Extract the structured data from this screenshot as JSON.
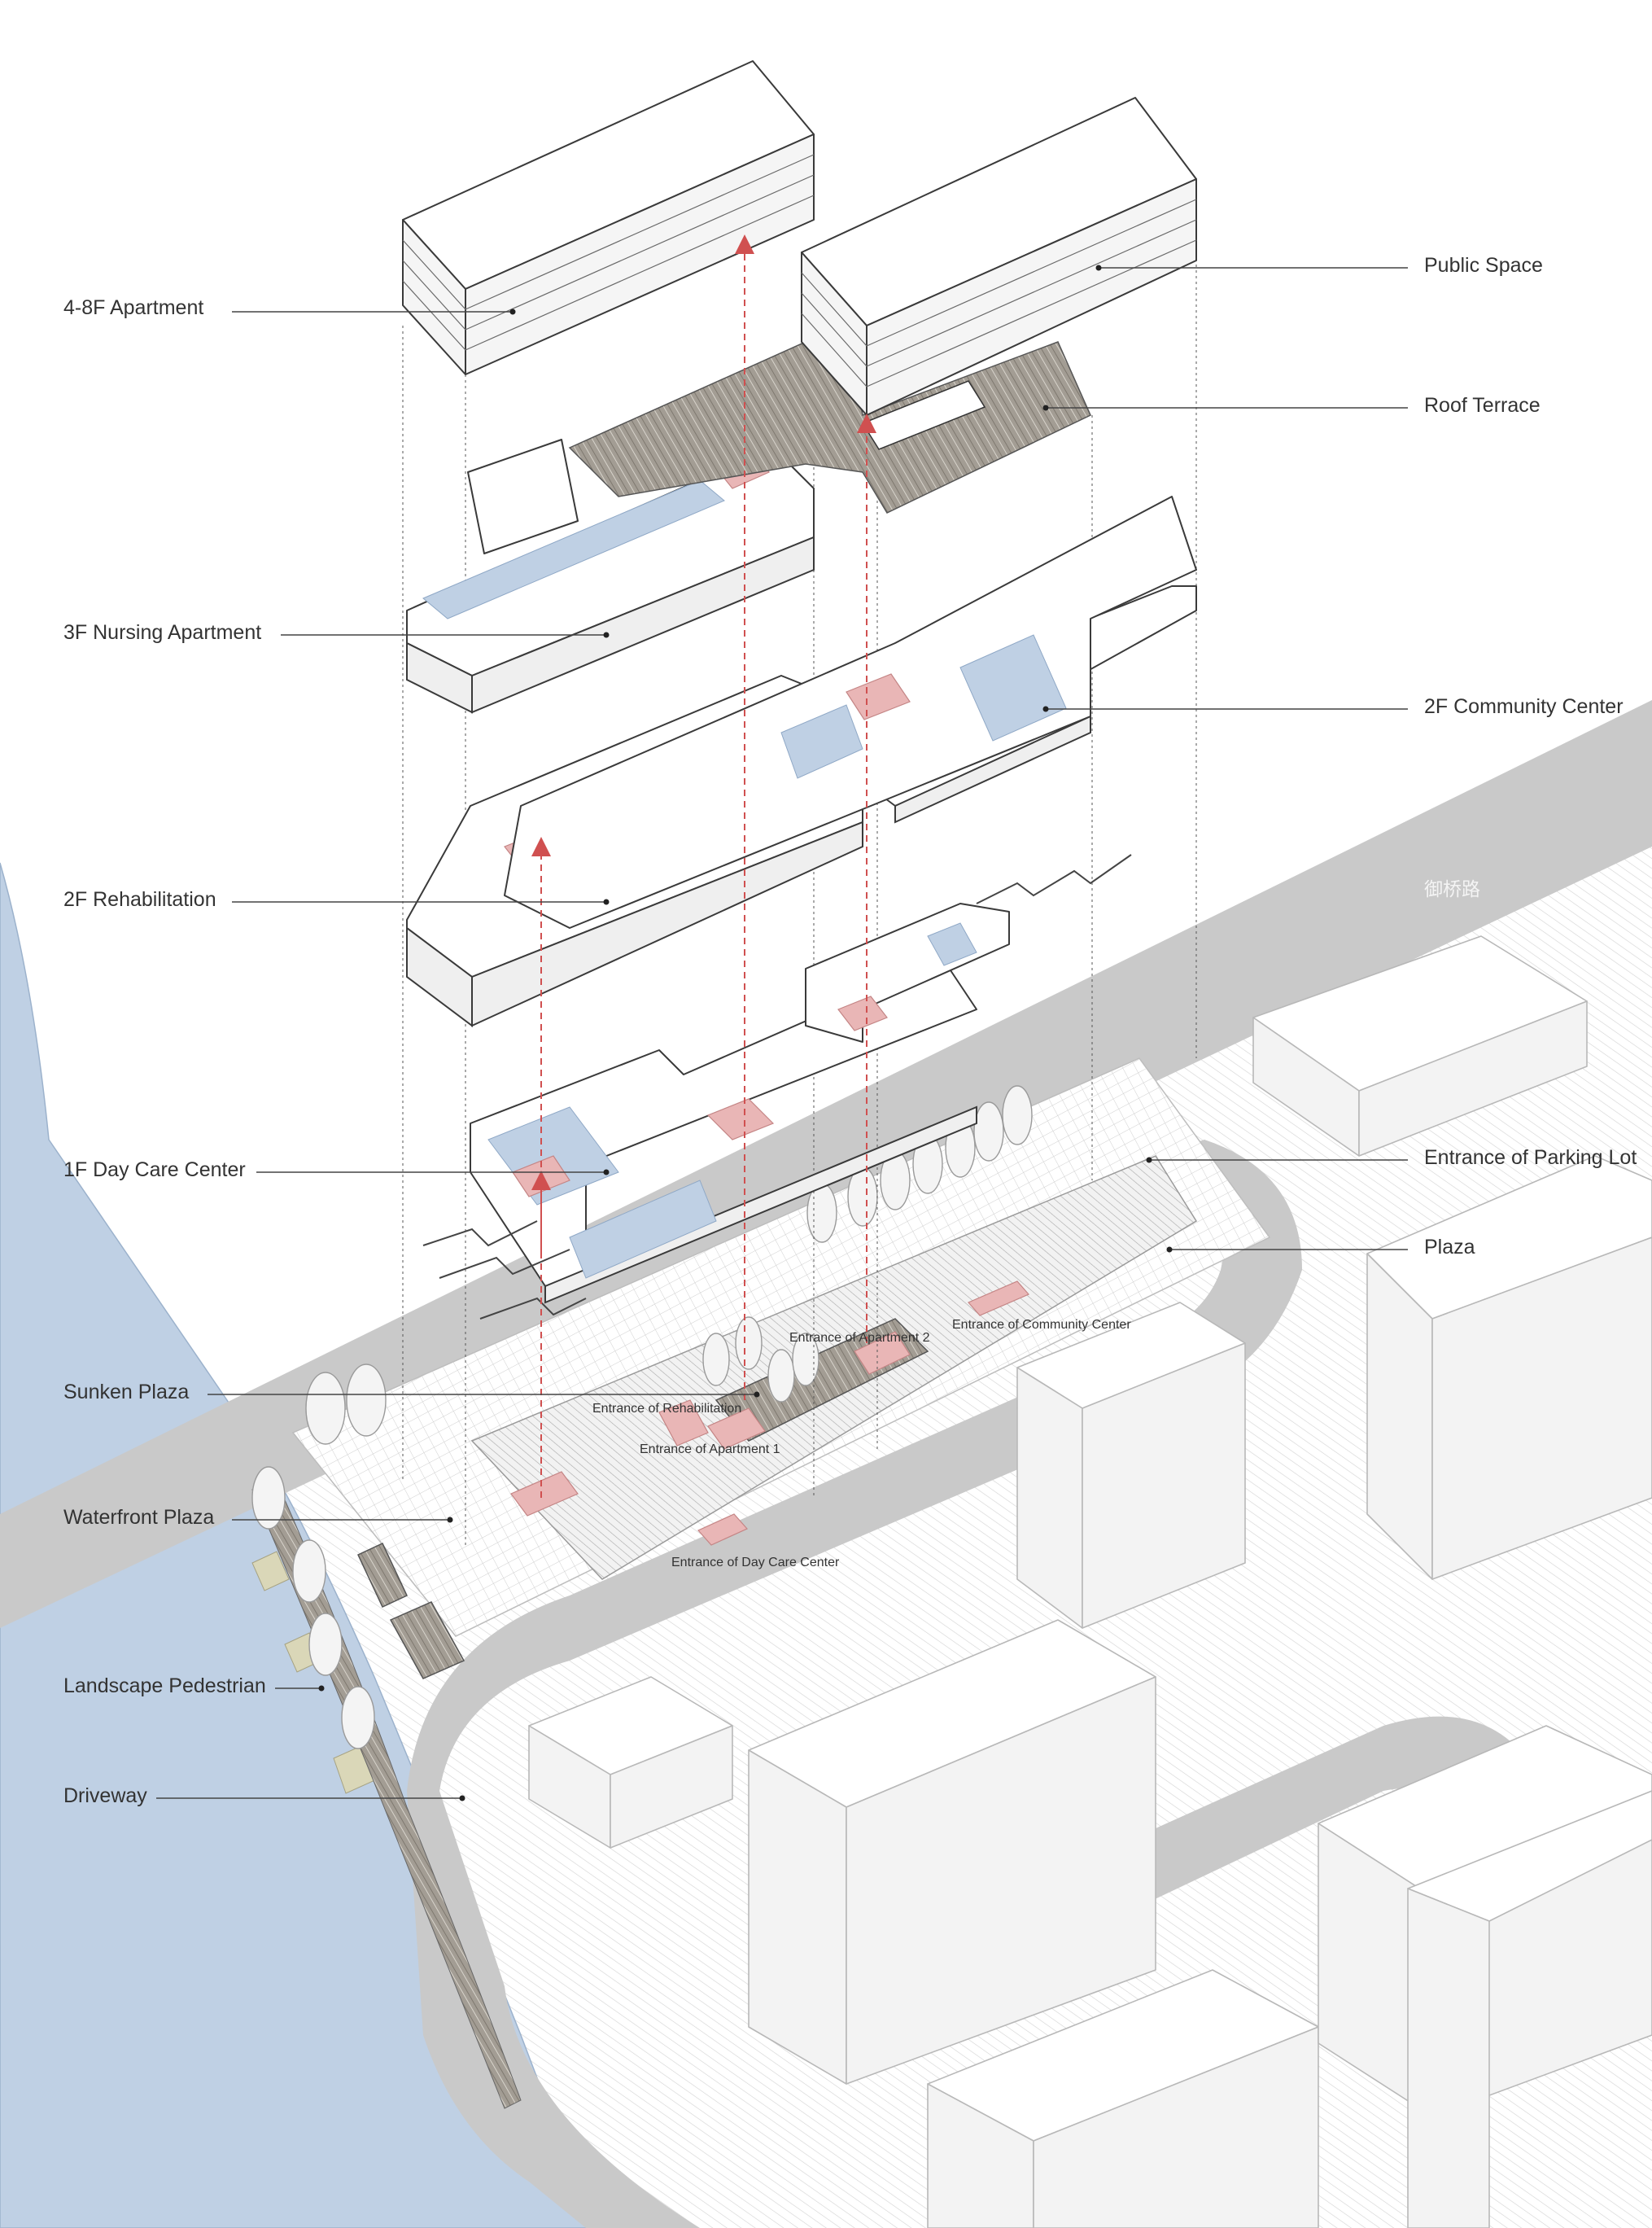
{
  "labels": {
    "apartment_4_8f": "4-8F Apartment",
    "public_space": "Public Space",
    "roof_terrace": "Roof Terrace",
    "nursing_3f": "3F Nursing Apartment",
    "community_2f": "2F Community Center",
    "rehabilitation_2f": "2F Rehabilitation",
    "daycare_1f": "1F Day Care Center",
    "parking_entrance": "Entrance of Parking Lot",
    "plaza": "Plaza",
    "sunken_plaza": "Sunken Plaza",
    "waterfront_plaza": "Waterfront Plaza",
    "landscape_pedestrian": "Landscape Pedestrian",
    "driveway": "Driveway"
  },
  "annotations": {
    "entrance_apartment_2": "Entrance of Apartment 2",
    "entrance_community": "Entrance of Community Center",
    "entrance_rehabilitation": "Entrance of Rehabilitation",
    "entrance_apartment_1": "Entrance of Apartment 1",
    "entrance_daycare": "Entrance of Day Care Center"
  },
  "road_name": "御桥路",
  "colors": {
    "water": "#bfd0e4",
    "road": "#c9c9c9",
    "circulation_core": "#e9b6b6",
    "public_blue": "#bfd0e4",
    "wood_deck": "#9c968c",
    "arrow_red": "#d05050"
  }
}
